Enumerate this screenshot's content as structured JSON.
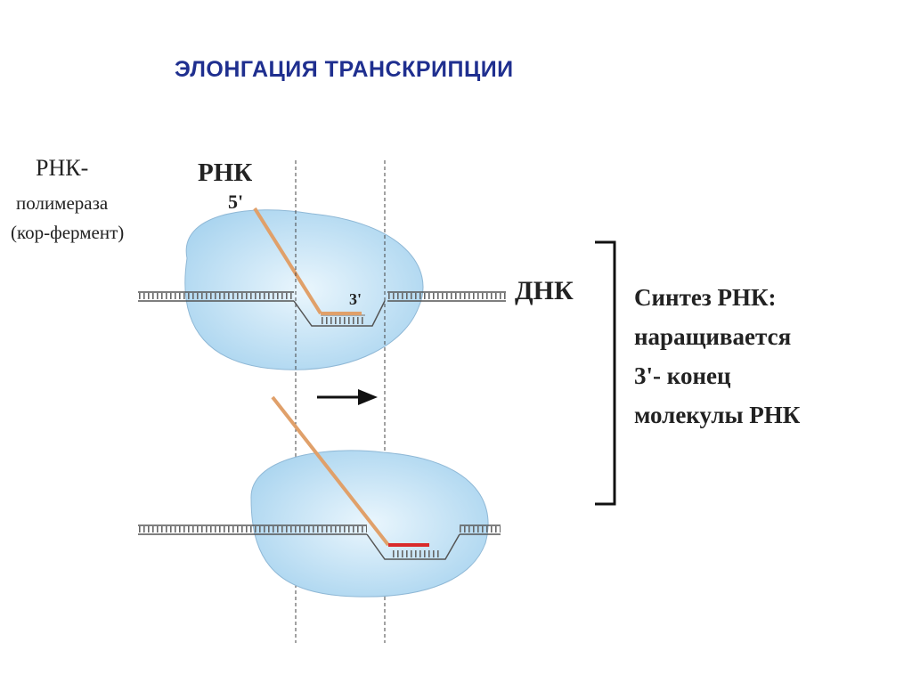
{
  "title": "ЭЛОНГАЦИЯ ТРАНСКРИПЦИИ",
  "labels": {
    "polymerase_line1": "РНК-",
    "polymerase_line2": "полимераза",
    "polymerase_line3": "(кор-фермент)",
    "rna": "РНК",
    "five_prime": "5'",
    "three_prime": "3'",
    "dna": "ДНК"
  },
  "description": {
    "line1": "Синтез РНК:",
    "line2": "наращивается",
    "line3": "3'- конец",
    "line4": "молекулы РНК"
  },
  "colors": {
    "title": "#1f2f8f",
    "enzyme_fill": "#b9ddf3",
    "enzyme_center": "#e6f4fc",
    "rna_strand": "#e0a06a",
    "new_rna": "#d92b2b",
    "dna": "#555555"
  }
}
